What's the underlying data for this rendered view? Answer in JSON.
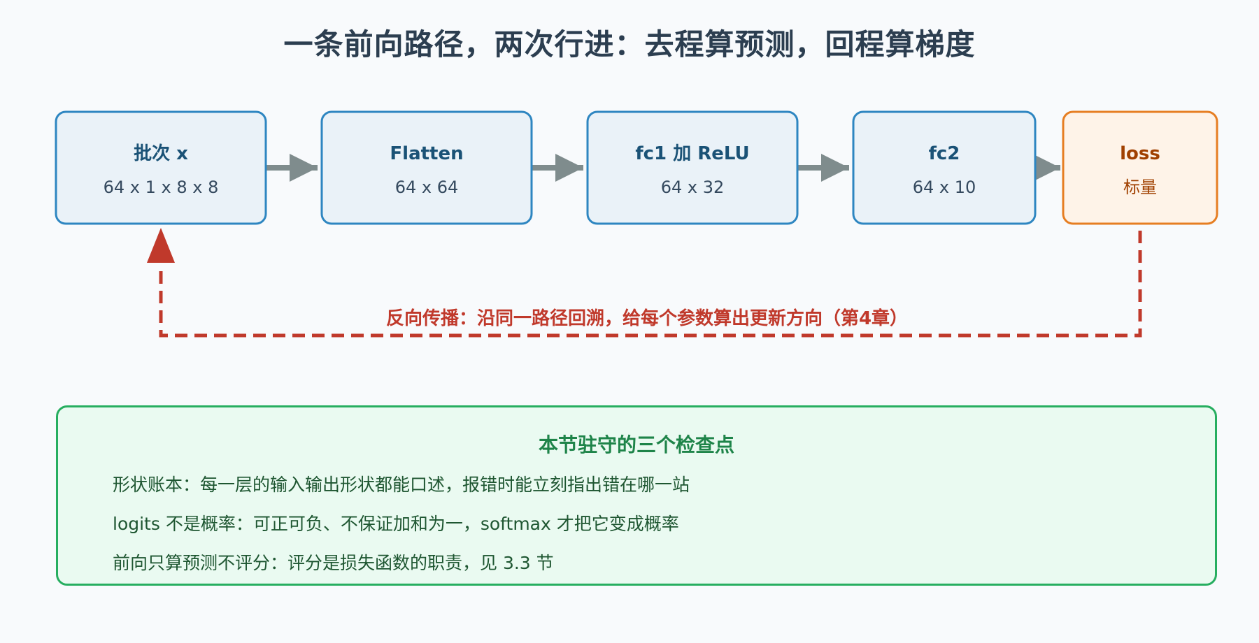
{
  "title": "一条前向路径，两次行进：去程算预测，回程算梯度",
  "colors": {
    "node_border": "#2e86c1",
    "node_fill": "#eaf2f8",
    "node_text": "#1a5276",
    "node_sub_text": "#34495e",
    "loss_border": "#e67e22",
    "loss_fill": "#fef3e8",
    "loss_text": "#a04000",
    "forward_arrow": "#7f8c8d",
    "backward_arrow": "#c0392b",
    "panel_border": "#27ae60",
    "panel_fill": "#eafaf1",
    "panel_title": "#1e8449",
    "panel_text": "#1e5631"
  },
  "nodes": [
    {
      "name": "批次 x",
      "shape": "64 x 1 x 8 x 8",
      "kind": "layer"
    },
    {
      "name": "Flatten",
      "shape": "64 x 64",
      "kind": "layer"
    },
    {
      "name": "fc1 加 ReLU",
      "shape": "64 x 32",
      "kind": "layer"
    },
    {
      "name": "fc2",
      "shape": "64 x 10",
      "kind": "layer"
    },
    {
      "name": "loss",
      "shape": "标量",
      "kind": "loss"
    }
  ],
  "backward": {
    "label": "反向传播：沿同一路径回溯，给每个参数算出更新方向（第4章）"
  },
  "checkpoints": {
    "title": "本节驻守的三个检查点",
    "items": [
      "形状账本：每一层的输入输出形状都能口述，报错时能立刻指出错在哪一站",
      "logits 不是概率：可正可负、不保证加和为一，softmax 才把它变成概率",
      "前向只算预测不评分：评分是损失函数的职责，见 3.3 节"
    ]
  }
}
